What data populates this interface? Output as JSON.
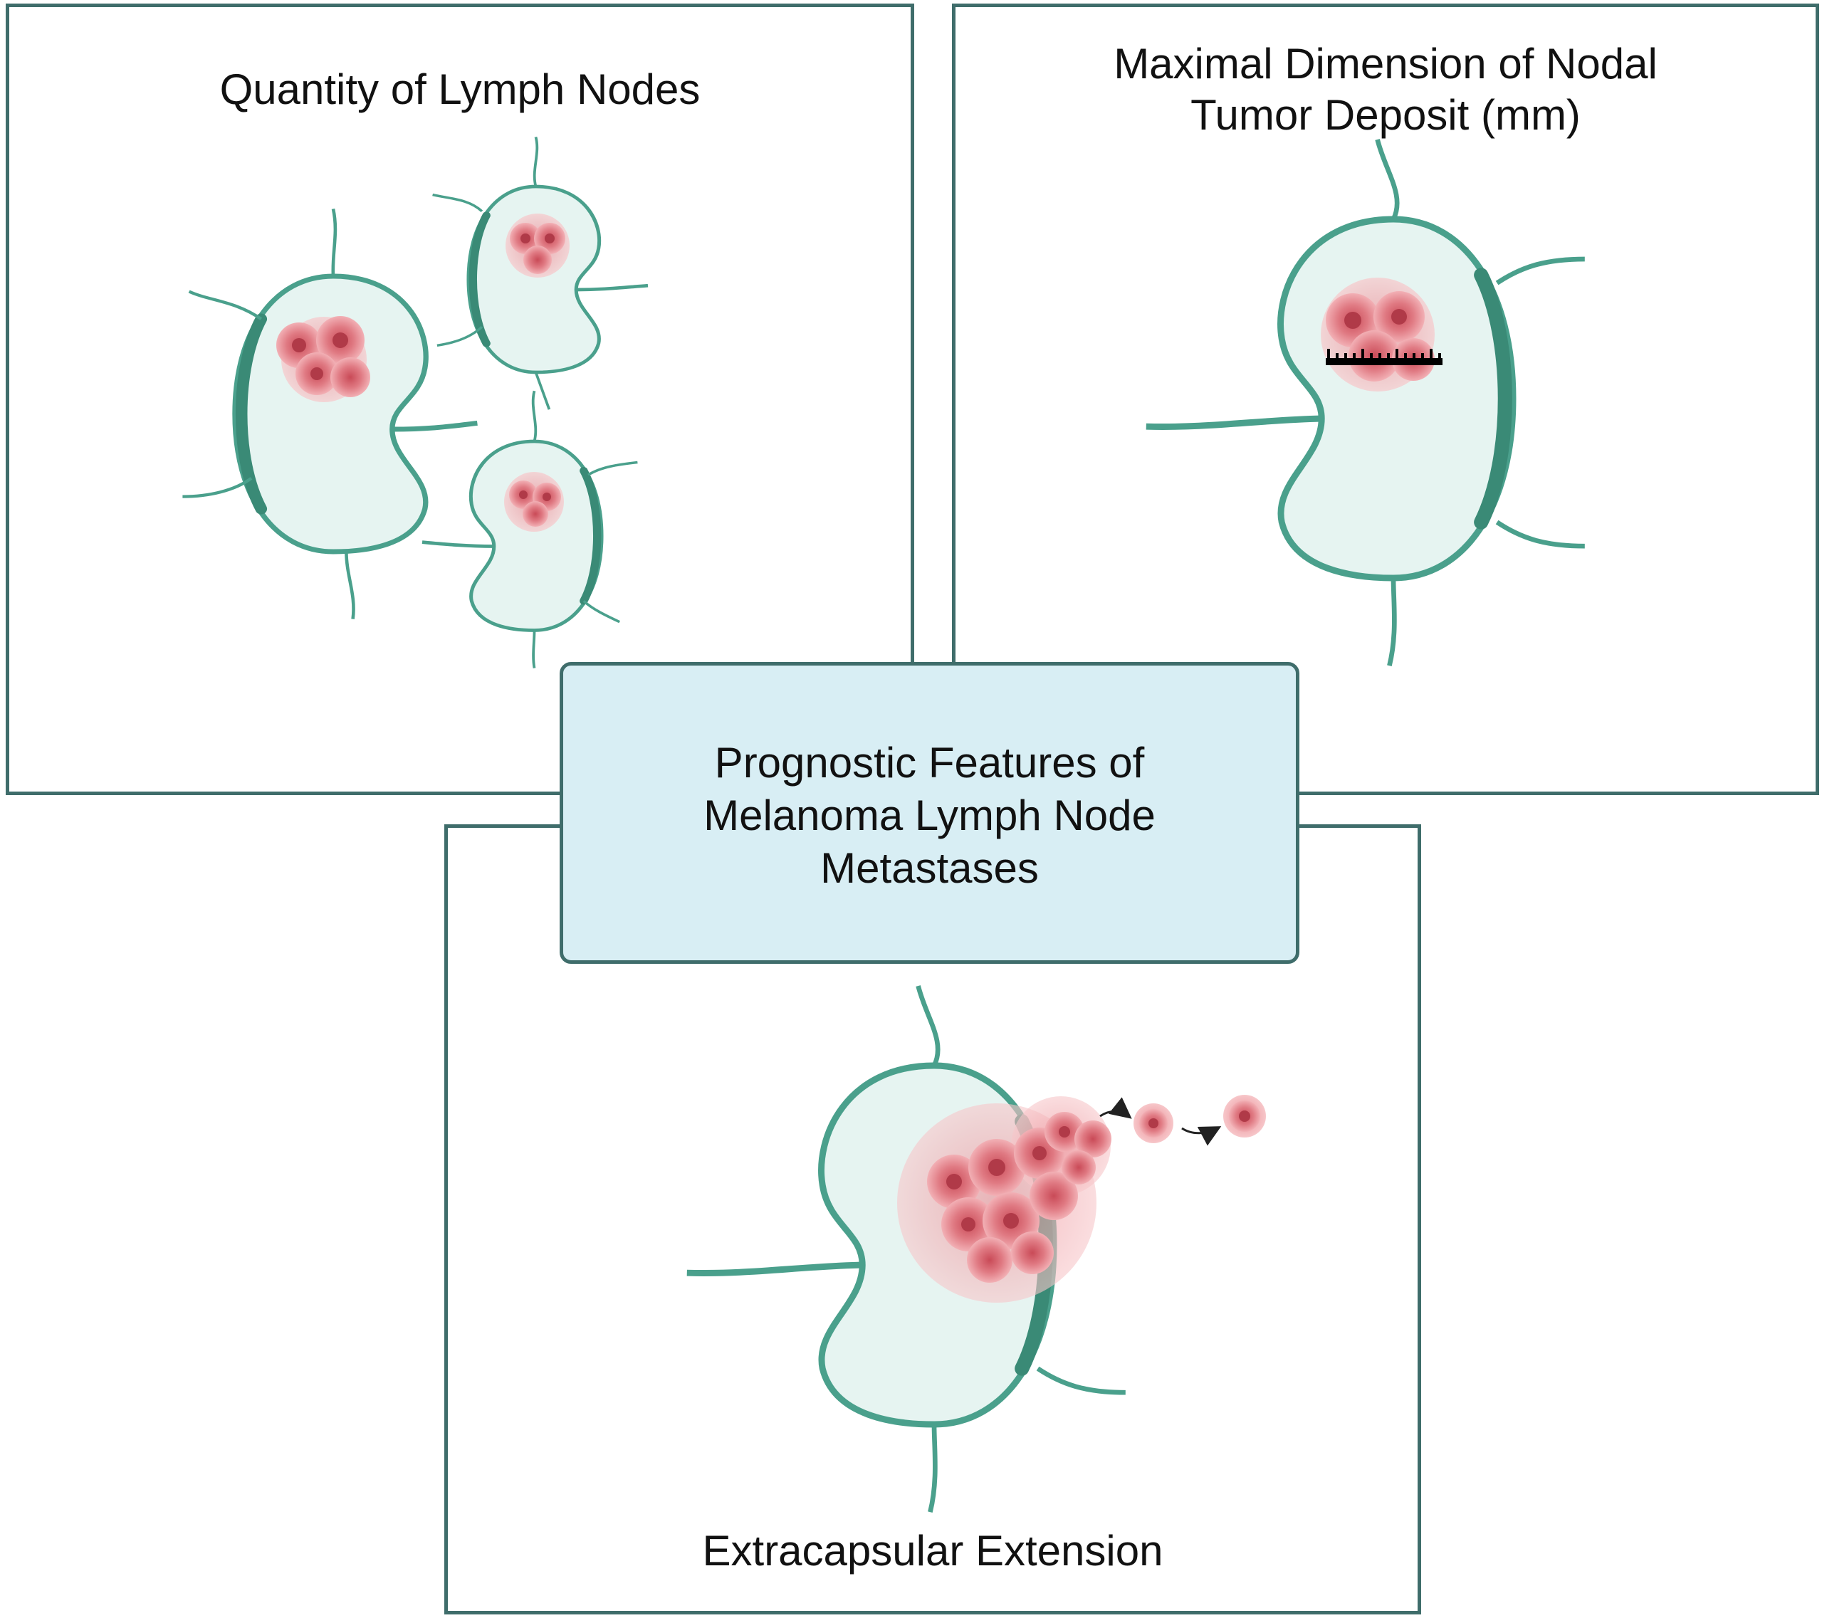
{
  "center": {
    "line1": "Prognostic Features of",
    "line2": "Melanoma Lymph Node",
    "line3": "Metastases"
  },
  "panels": {
    "quantity": {
      "title": "Quantity of Lymph Nodes"
    },
    "dimension": {
      "title_line1": "Maximal Dimension of Nodal",
      "title_line2": "Tumor Deposit (mm)"
    },
    "extension": {
      "title": "Extracapsular Extension"
    }
  },
  "colors": {
    "border": "#3f6d6b",
    "center_fill": "#d8eef4",
    "node_fill": "#e6f4f1",
    "capsule": "#3f8f7c",
    "tumor": "#d9636e"
  }
}
